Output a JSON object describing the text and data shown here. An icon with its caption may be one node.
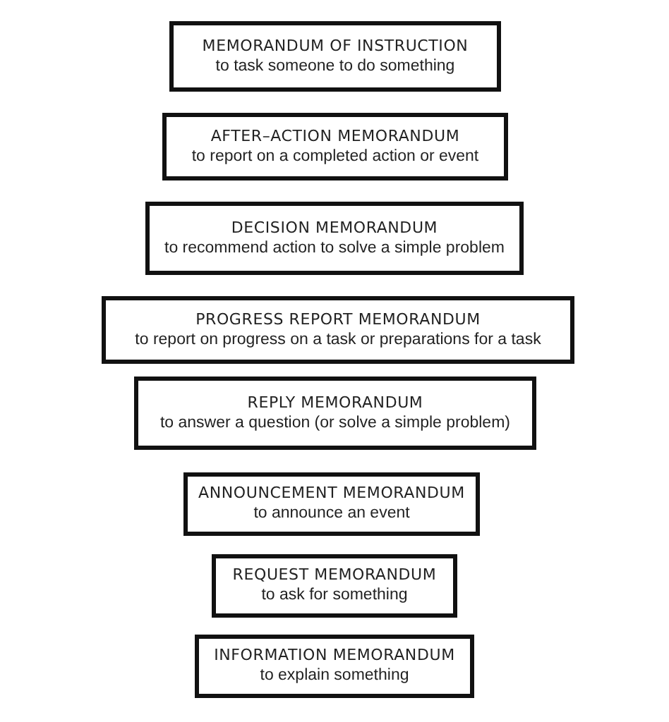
{
  "diagram": {
    "nodes": [
      {
        "text": [
          "MEMORANDUM OF INSTRUCTION",
          "to task someone to do something"
        ]
      },
      {
        "text": [
          "AFTER–ACTION MEMORANDUM",
          "to report on a completed action or event"
        ]
      },
      {
        "text": [
          "DECISION MEMORANDUM",
          "to recommend action to solve a simple problem"
        ]
      },
      {
        "text": [
          "PROGRESS REPORT MEMORANDUM",
          "to report on progress on a task or preparations for a task"
        ]
      },
      {
        "text": [
          "REPLY MEMORANDUM",
          "to answer a question (or solve a simple problem)"
        ]
      },
      {
        "text": [
          "ANNOUNCEMENT MEMORANDUM",
          "to announce an event"
        ]
      },
      {
        "text": [
          "REQUEST MEMORANDUM",
          "to ask for something"
        ]
      },
      {
        "text": [
          "INFORMATION MEMORANDUM",
          "to explain something"
        ]
      }
    ],
    "edges": []
  }
}
